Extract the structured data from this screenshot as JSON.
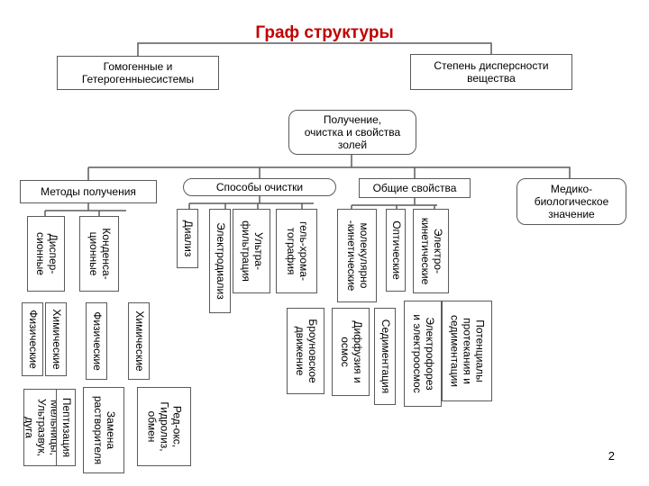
{
  "title": "Граф структуры",
  "top_boxes": {
    "homogeneous": "Гомогенные и\nГетерогенныесистемы",
    "dispersity": "Степень дисперсности\nвещества"
  },
  "center_box": "Получение,\nочистка и свойства\nзолей",
  "categories": {
    "methods": "Методы получения",
    "purification": "Способы очистки",
    "properties": "Общие свойства",
    "medical": "Медико-\nбиологическое\nзначение"
  },
  "methods": {
    "dispersion": "Диспер-\nсионные",
    "condensation": "Конденса-\nционные",
    "chemical_1": "Химические",
    "physical_1": "Физические",
    "chemical_2": "Химические",
    "physical_2": "Физические",
    "peptization": "Пептизация",
    "mills": "Мельницы,\nУльтразвук,\nдуга",
    "solvent": "Замена\nрастворителя",
    "redox": "Ред-окс,\nГидролиз,\nобмен"
  },
  "purification": {
    "dialysis": "Диализ",
    "electrodialysis": "Электродиализ",
    "ultrafiltration": "Ультра-\nфильтрация",
    "gel_chromatography": "гель-хрома-\nтография"
  },
  "properties": {
    "molecular_kinetic": "молекулярно\n-кинетические",
    "optical": "Оптические",
    "electrokinetic": "Электро-\nкинетические",
    "brownian": "Броуновское\nдвижение",
    "diffusion": "Диффузия и\nосмос",
    "sedimentation": "Седиментация",
    "electrophoresis": "Электрофорез\nи электроосмос",
    "potentials": "Потенциалы\nпротекания и\nседиментации"
  },
  "page_number": "2"
}
